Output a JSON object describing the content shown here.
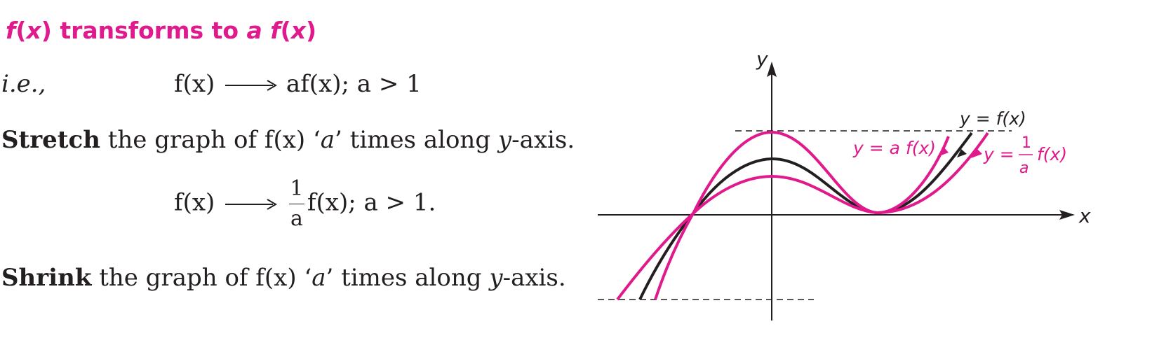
{
  "heading": {
    "part1": "f",
    "part2": "(",
    "part3": "x",
    "part4": ") transforms to ",
    "part5": "a f",
    "part6": "(",
    "part7": "x",
    "part8": ")"
  },
  "lines": {
    "ie_label": "i.e.,",
    "map1_lhs": "f(x)",
    "map1_rhs": "af(x);   a > 1",
    "stretch_bold": "Stretch",
    "stretch_text1": " the graph of f(x) ‘",
    "stretch_a": "a",
    "stretch_text2": "’ times along ",
    "stretch_y": "y",
    "stretch_text3": "-axis.",
    "map2_lhs": "f(x)",
    "map2_num": "1",
    "map2_den": "a",
    "map2_rhs": "f(x); a > 1.",
    "shrink_bold": "Shrink",
    "shrink_text1": " the graph of f(x) ‘",
    "shrink_a": "a",
    "shrink_text2": "’ times along ",
    "shrink_y": "y",
    "shrink_text3": "-axis."
  },
  "graph": {
    "x_axis_label": "x",
    "y_axis_label": "y",
    "label_f": "y = f(x)",
    "label_af": "y = a f(x)",
    "label_inv_prefix": "y =",
    "label_inv_num": "1",
    "label_inv_den": "a",
    "label_inv_suffix": "f(x)",
    "colors": {
      "magenta": "#e0198c",
      "black": "#231f20"
    }
  }
}
